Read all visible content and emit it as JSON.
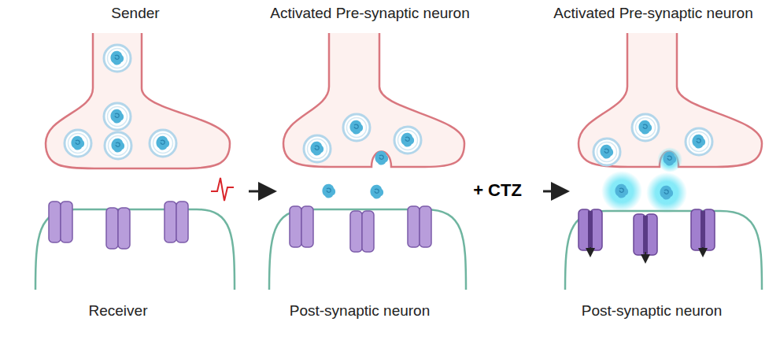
{
  "diagram": {
    "labels": [
      "Sender",
      "Activated Pre-synaptic neuron",
      "Activated Pre-synaptic neuron",
      "+ CTZ",
      "Receiver",
      "Post-synaptic neuron",
      "Post-synaptic neuron"
    ]
  }
}
